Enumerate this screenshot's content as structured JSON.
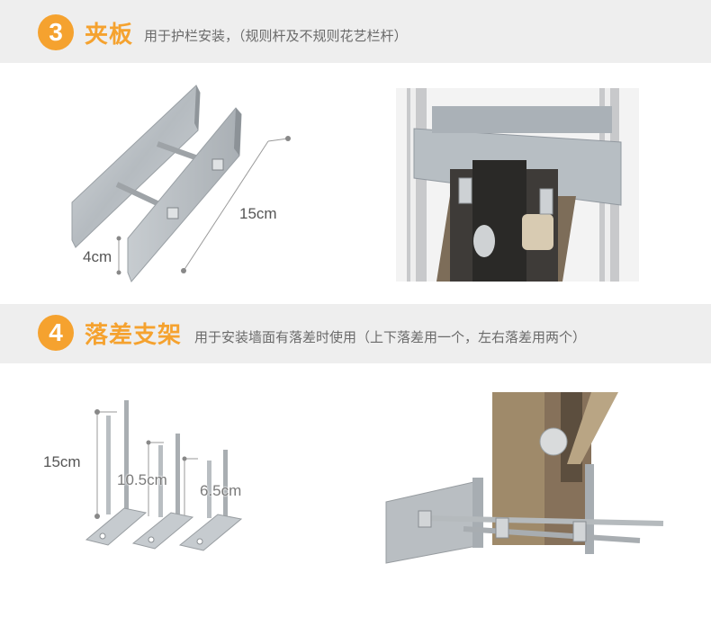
{
  "section3": {
    "number": "3",
    "title": "夹板",
    "description": "用于护栏安装，（规则杆及不规则花艺栏杆）",
    "dim_length": "15cm",
    "dim_width": "4cm"
  },
  "section4": {
    "number": "4",
    "title": "落差支架",
    "description": "用于安装墙面有落差时使用（上下落差用一个，左右落差用两个）",
    "dim_tall": "15cm",
    "dim_mid": "10.5cm",
    "dim_short": "6.5cm"
  },
  "colors": {
    "accent": "#f5a22f",
    "band": "#eeeeee",
    "text_gray": "#6a6a6a"
  }
}
